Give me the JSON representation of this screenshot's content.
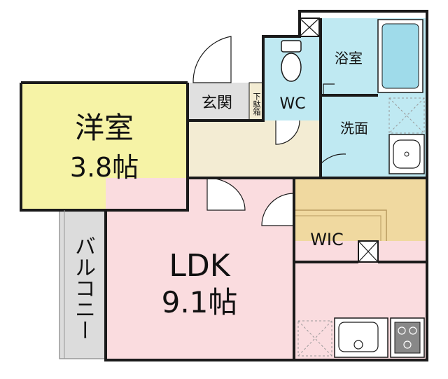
{
  "rooms": {
    "western": {
      "name": "洋室",
      "size": "3.8帖"
    },
    "ldk": {
      "name": "LDK",
      "size": "9.1帖"
    },
    "entrance": {
      "name": "玄関"
    },
    "shoe_box": {
      "name": "下駄箱"
    },
    "wc": {
      "name": "WC"
    },
    "bath": {
      "name": "浴室"
    },
    "washroom": {
      "name": "洗面"
    },
    "wic": {
      "name": "WIC"
    },
    "balcony": {
      "name": "バルコニー"
    }
  },
  "colors": {
    "western": "#f6f3a6",
    "ldk": "#fadcdf",
    "wet": "#bfe9f2",
    "wic": "#f0d9a0",
    "hall": "#f3ecd3",
    "entrance": "#e0e0e0",
    "balcony": "#dcdcdc",
    "wall": "#1a1a1a",
    "bathtub": "#9fdbea"
  }
}
